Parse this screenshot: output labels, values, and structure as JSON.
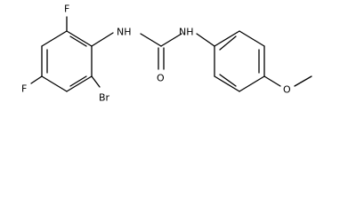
{
  "molecule": {
    "atoms": {
      "f_top": "F",
      "f_left": "F",
      "br": "Br",
      "nh_left": "NH",
      "nh_right": "NH",
      "o_carbonyl": "O",
      "o_methoxy": "O"
    }
  },
  "colors": {
    "bond": "#000000",
    "text": "#000000",
    "background": "#ffffff"
  }
}
